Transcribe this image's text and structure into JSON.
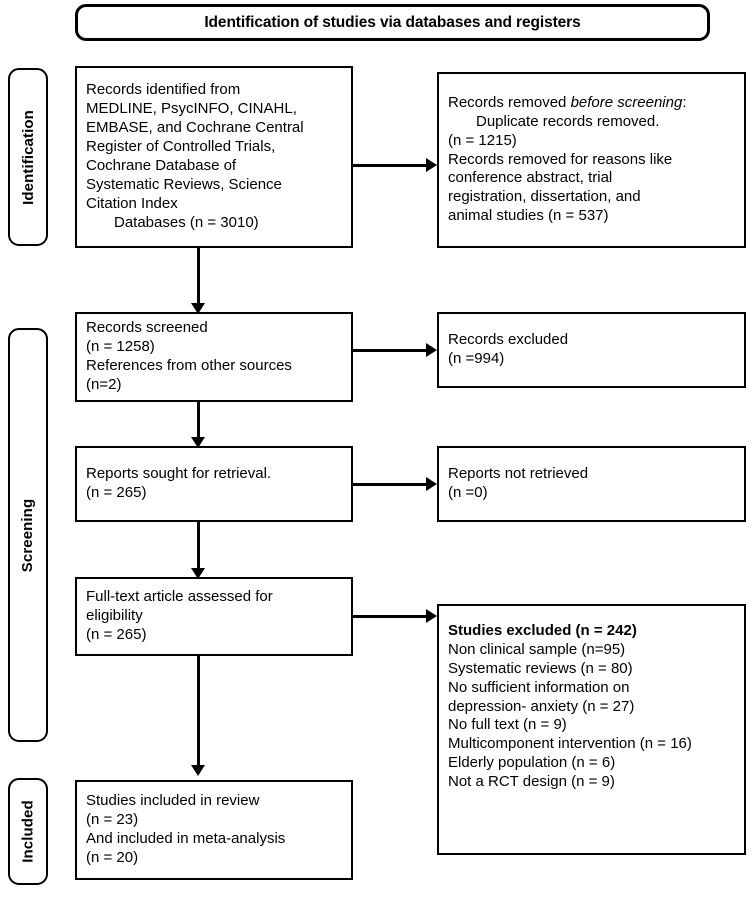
{
  "banner": {
    "title": "Identification of studies via databases and registers"
  },
  "phases": [
    {
      "label": "Identification"
    },
    {
      "label": "Screening"
    },
    {
      "label": "Included"
    }
  ],
  "boxes": {
    "records_identified": {
      "lines": [
        "Records identified from",
        "MEDLINE, PsycINFO, CINAHL,",
        "EMBASE, and Cochrane Central",
        "Register of Controlled Trials,",
        "Cochrane Database of",
        "Systematic Reviews, Science",
        "Citation Index",
        "Databases (n = 3010)"
      ]
    },
    "records_removed": {
      "line1_prefix": "Records removed ",
      "line1_italic": "before screening",
      "line1_suffix": ":",
      "lines": [
        "Duplicate records removed.",
        "(n = 1215)",
        "Records removed for reasons like",
        "conference abstract, trial",
        "registration, dissertation, and",
        "animal studies (n = 537)"
      ]
    },
    "records_screened": {
      "lines": [
        "Records screened",
        "(n = 1258)",
        "References from other sources",
        "(n=2)"
      ]
    },
    "records_excluded": {
      "lines": [
        "Records excluded",
        "(n =994)"
      ]
    },
    "reports_sought": {
      "lines": [
        "Reports sought for retrieval.",
        "(n = 265)"
      ]
    },
    "reports_not_retrieved": {
      "lines": [
        "Reports not retrieved",
        "(n =0)"
      ]
    },
    "fulltext_assessed": {
      "lines": [
        "Full-text article assessed for",
        "eligibility",
        "(n = 265)"
      ]
    },
    "studies_excluded": {
      "heading": "Studies excluded (n = 242)",
      "lines": [
        "Non clinical sample (n=95)",
        "Systematic reviews (n = 80)",
        "No sufficient information on",
        "depression- anxiety (n = 27)",
        "No full text (n = 9)",
        "Multicomponent intervention (n = 16)",
        "Elderly population (n = 6)",
        "Not a RCT design (n = 9)"
      ]
    },
    "studies_included": {
      "lines": [
        "Studies included in review",
        "(n = 23)",
        "And included in meta-analysis",
        "(n = 20)"
      ]
    }
  },
  "colors": {
    "stroke": "#000000",
    "background": "#ffffff"
  }
}
